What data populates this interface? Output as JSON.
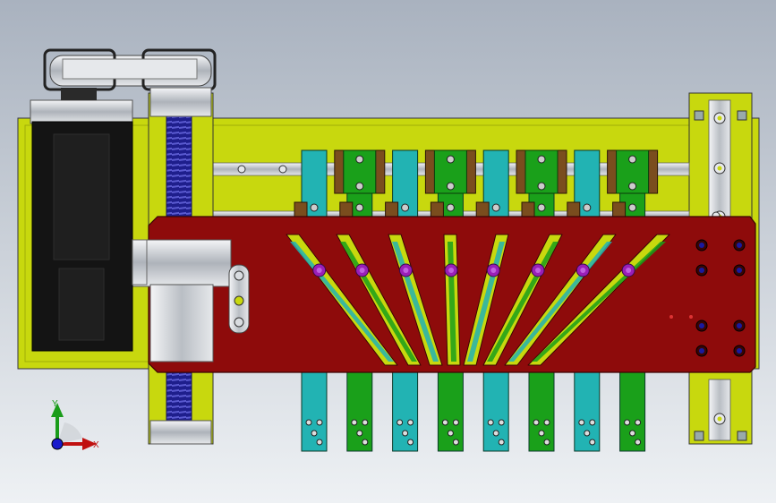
{
  "scene": {
    "description_free": true,
    "colors": {
      "bg_top": "#a9b2bf",
      "bg_bottom": "#eef1f4",
      "base_plate": "#c8d80e",
      "cam_plate": "#8e0b0b",
      "teal": "#22b3b3",
      "green": "#1aa01a",
      "slider_block": "#7a4d1e",
      "motor": "#141414",
      "screw": "#1e1e8c",
      "silver": "#c9cdd2",
      "pin_purple": "#9a1fb8",
      "bolt_blue": "#1a1aa0"
    },
    "finger_count": 8
  },
  "triad": {
    "y_label": "Y",
    "x_label": "X",
    "y_icon": "axis-y-arrow-icon",
    "x_icon": "axis-x-arrow-icon",
    "z_icon": "axis-z-origin-icon"
  }
}
